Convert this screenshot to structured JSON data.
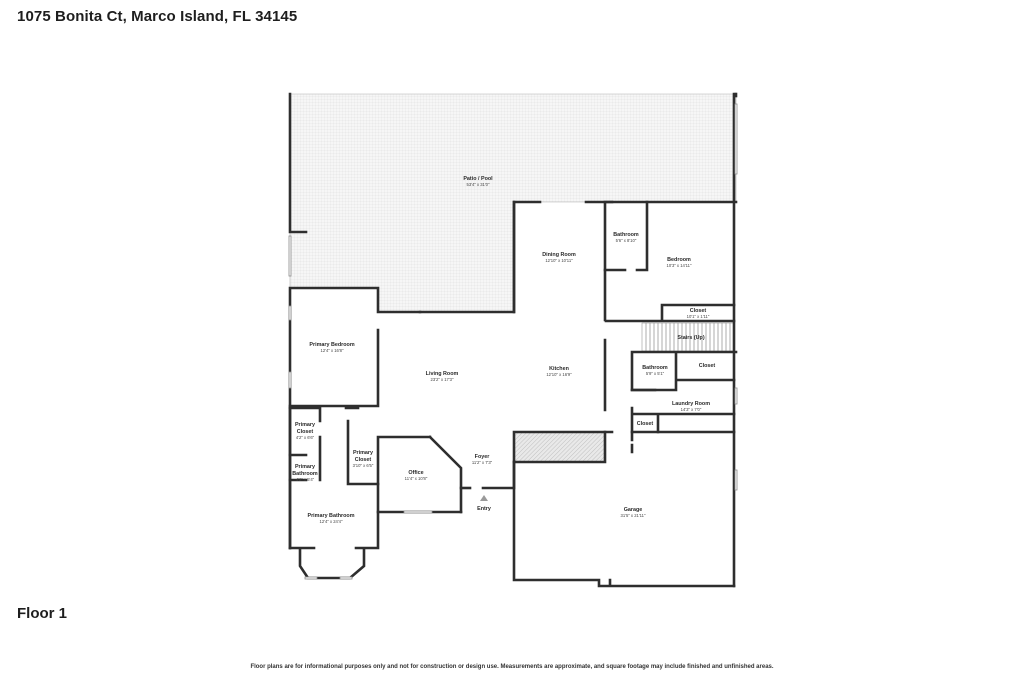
{
  "header": {
    "address": "1075 Bonita Ct, Marco Island, FL 34145"
  },
  "floor": {
    "label": "Floor 1"
  },
  "footer": {
    "disclaimer": "Floor plans are for informational purposes only and not for construction or design use. Measurements are approximate, and square footage may include finished and unfinished areas."
  },
  "rooms": {
    "patio": {
      "name": "Patio / Pool",
      "dim": "53'4\" x 31'0\""
    },
    "dining": {
      "name": "Dining Room",
      "dim": "12'10\" x 10'11\""
    },
    "bathroom_upper": {
      "name": "Bathroom",
      "dim": "5'6\" x 8'10\""
    },
    "bedroom": {
      "name": "Bedroom",
      "dim": "10'3\" x 14'11\""
    },
    "closet_bedroom": {
      "name": "Closet",
      "dim": "10'1\" x 1'11\""
    },
    "stairs": {
      "name": "Stairs (Up)"
    },
    "primary_bedroom": {
      "name": "Primary Bedroom",
      "dim": "12'4\" x 16'8\""
    },
    "living": {
      "name": "Living Room",
      "dim": "23'2\" x 17'3\""
    },
    "kitchen": {
      "name": "Kitchen",
      "dim": "12'10\" x 16'9\""
    },
    "bathroom_small": {
      "name": "Bathroom",
      "dim": "5'9\" x 5'1\""
    },
    "closet_mid": {
      "name": "Closet"
    },
    "laundry": {
      "name": "Laundry Room",
      "dim": "14'3\" x 7'0\""
    },
    "closet_small": {
      "name": "Closet"
    },
    "primary_closet_1": {
      "name_1": "Primary",
      "name_2": "Closet",
      "dim": "4'2\" x 6'6\""
    },
    "primary_bathroom_small": {
      "name_1": "Primary",
      "name_2": "Bathroom",
      "dim": "4'2\" x 5'4\""
    },
    "primary_closet_2": {
      "name_1": "Primary",
      "name_2": "Closet",
      "dim": "3'10\" x 6'5\""
    },
    "office": {
      "name": "Office",
      "dim": "11'4\" x 10'8\""
    },
    "foyer": {
      "name": "Foyer",
      "dim": "11'2\" x 7'3\""
    },
    "entry": {
      "name": "Entry"
    },
    "primary_bathroom": {
      "name": "Primary Bathroom",
      "dim": "12'4\" x 24'4\""
    },
    "garage": {
      "name": "Garage",
      "dim": "31'5\" x 21'11\""
    }
  }
}
